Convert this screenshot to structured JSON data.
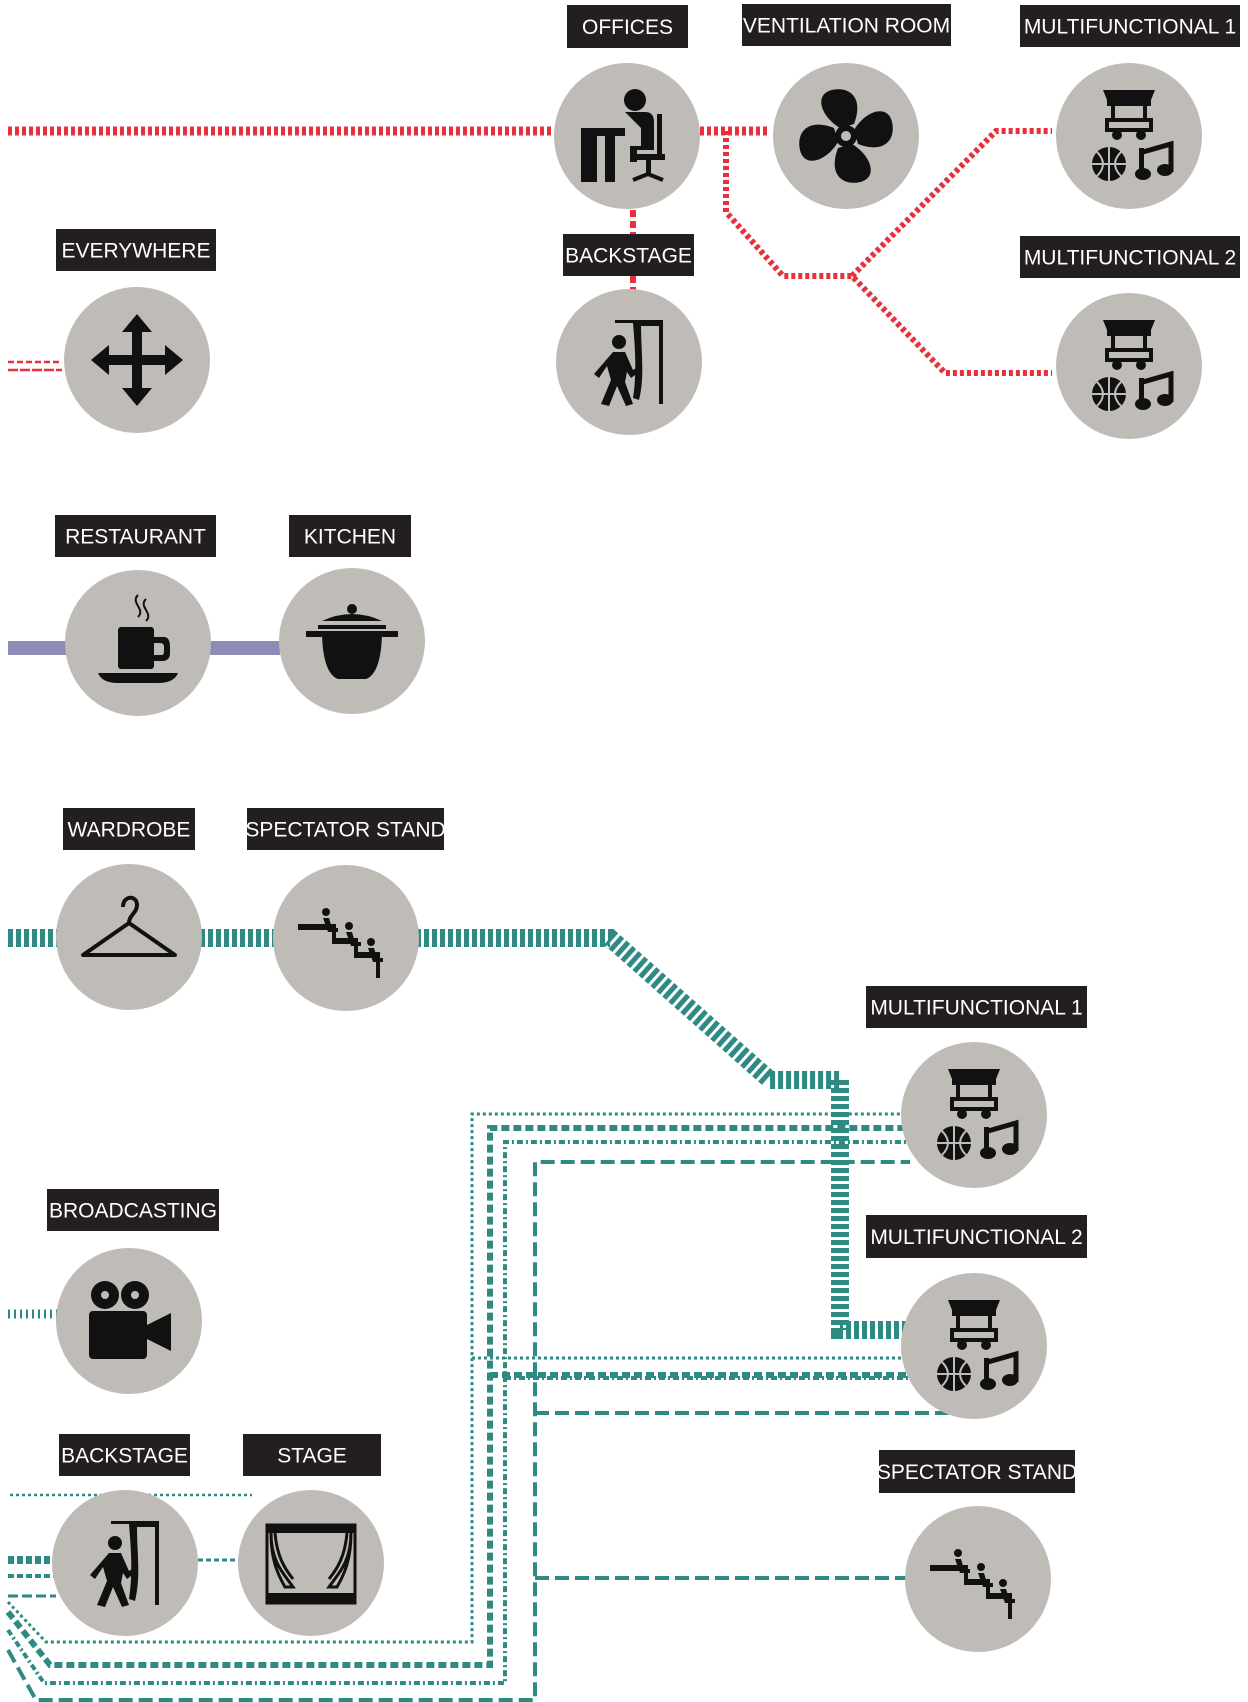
{
  "colors": {
    "red": "#e8303c",
    "purple": "#8c8cb6",
    "teal": "#2e8a83",
    "node_fill": "#bfbcb8",
    "label_bg": "#231f20",
    "label_text": "#ffffff",
    "icon": "#111111"
  },
  "nodes": [
    {
      "id": "offices",
      "label": "OFFICES",
      "icon": "desk-worker-icon"
    },
    {
      "id": "ventilation",
      "label": "VENTILATION ROOM",
      "icon": "fan-icon"
    },
    {
      "id": "multi1_top",
      "label": "MULTIFUNCTIONAL 1",
      "icon": "food-cart-ball-music-icon"
    },
    {
      "id": "everywhere",
      "label": "EVERYWHERE",
      "icon": "move-arrows-icon"
    },
    {
      "id": "backstage_top",
      "label": "BACKSTAGE",
      "icon": "backstage-curtain-icon"
    },
    {
      "id": "multi2_top",
      "label": "MULTIFUNCTIONAL 2",
      "icon": "food-cart-ball-music-icon"
    },
    {
      "id": "restaurant",
      "label": "RESTAURANT",
      "icon": "coffee-cup-icon"
    },
    {
      "id": "kitchen",
      "label": "KITCHEN",
      "icon": "cooking-pot-icon"
    },
    {
      "id": "wardrobe",
      "label": "WARDROBE",
      "icon": "coat-hanger-icon"
    },
    {
      "id": "spectator_mid",
      "label": "SPECTATOR STAND",
      "icon": "stadium-seats-icon"
    },
    {
      "id": "multi1_bottom",
      "label": "MULTIFUNCTIONAL 1",
      "icon": "food-cart-ball-music-icon"
    },
    {
      "id": "broadcasting",
      "label": "BROADCASTING",
      "icon": "video-camera-icon"
    },
    {
      "id": "multi2_bottom",
      "label": "MULTIFUNCTIONAL 2",
      "icon": "food-cart-ball-music-icon"
    },
    {
      "id": "backstage_bottom",
      "label": "BACKSTAGE",
      "icon": "backstage-curtain-icon"
    },
    {
      "id": "stage",
      "label": "STAGE",
      "icon": "stage-curtains-icon"
    },
    {
      "id": "spectator_bottom",
      "label": "SPECTATOR STAND",
      "icon": "stadium-seats-icon"
    }
  ]
}
